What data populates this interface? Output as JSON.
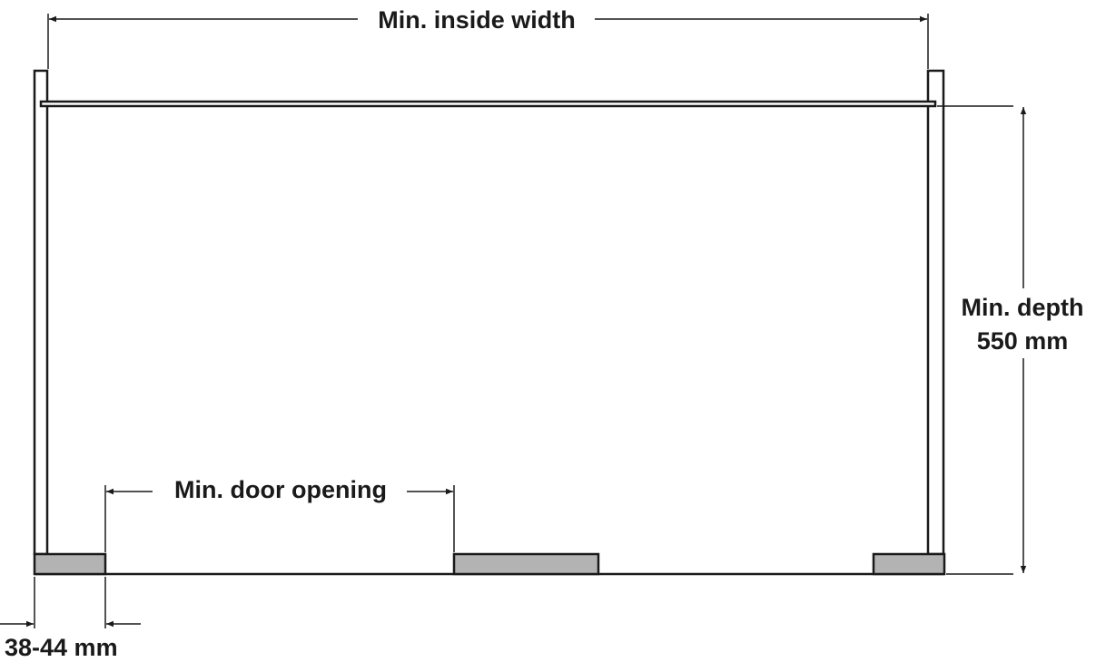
{
  "labels": {
    "min_inside_width": "Min. inside width",
    "min_depth_line1": "Min. depth",
    "min_depth_line2": "550 mm",
    "min_door_opening": "Min. door opening",
    "thickness": "38-44 mm"
  },
  "colors": {
    "line": "#1a1a1a",
    "panel_fill": "#b3b3b3",
    "background": "#ffffff"
  }
}
